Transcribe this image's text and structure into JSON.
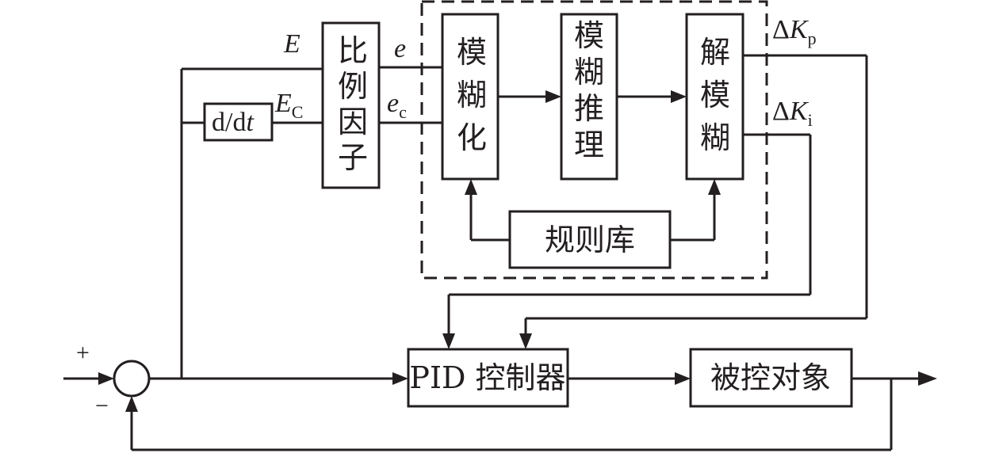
{
  "blocks": {
    "scale_factor": [
      "比",
      "例",
      "因",
      "子"
    ],
    "fuzzification": [
      "模",
      "糊",
      "化"
    ],
    "fuzzy_inference": [
      "模",
      "糊",
      "推",
      "理"
    ],
    "defuzzification": [
      "解",
      "模",
      "糊"
    ],
    "rule_base": "规则库",
    "pid_controller": "PID 控制器",
    "plant": "被控对象",
    "differentiator": {
      "prefix": "d/d",
      "var": "t"
    }
  },
  "signals": {
    "E": "E",
    "Ec": {
      "main": "E",
      "sub": "C"
    },
    "e": "e",
    "ec": {
      "main": "e",
      "sub": "c"
    },
    "dKp": {
      "delta": "Δ",
      "main": "K",
      "sub": "p"
    },
    "dKi": {
      "delta": "Δ",
      "main": "K",
      "sub": "i"
    }
  },
  "summing_junction": {
    "plus": "+",
    "minus": "−"
  }
}
